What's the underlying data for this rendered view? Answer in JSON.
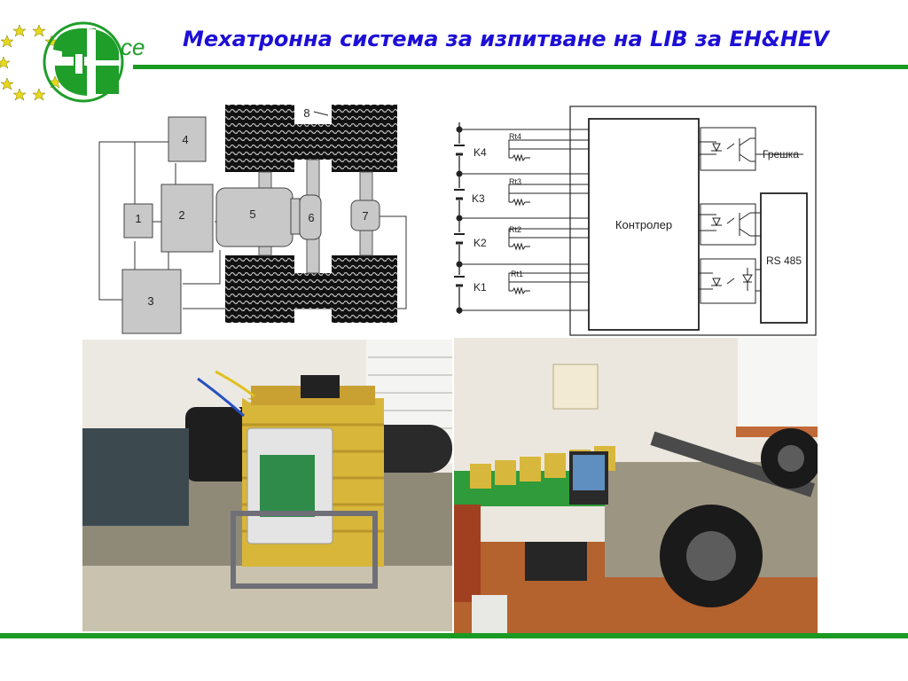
{
  "header": {
    "title": "Мехатронна система за изпитване на LIB за EH&HEV",
    "logo_text": "ce"
  },
  "colors": {
    "title": "#1d0fd6",
    "rule": "#1a9a22",
    "logo_green": "#1f9e2a",
    "star": "#e8d81a",
    "block_fill": "#c8c8c8",
    "wheel": "#1a1a1a"
  },
  "mech_diagram": {
    "labels": [
      "1",
      "2",
      "3",
      "4",
      "5",
      "6",
      "7",
      "8"
    ]
  },
  "circuit_diagram": {
    "cells": [
      "K4",
      "K3",
      "K2",
      "K1"
    ],
    "thermistors": [
      "Rt4",
      "Rt3",
      "Rt2",
      "Rt1"
    ],
    "controller": "Контролер",
    "error": "Грешка",
    "bus": "RS 485"
  },
  "photos": {
    "left": "battery-module-test-bench",
    "right": "laboratory-drive-axle-setup"
  }
}
